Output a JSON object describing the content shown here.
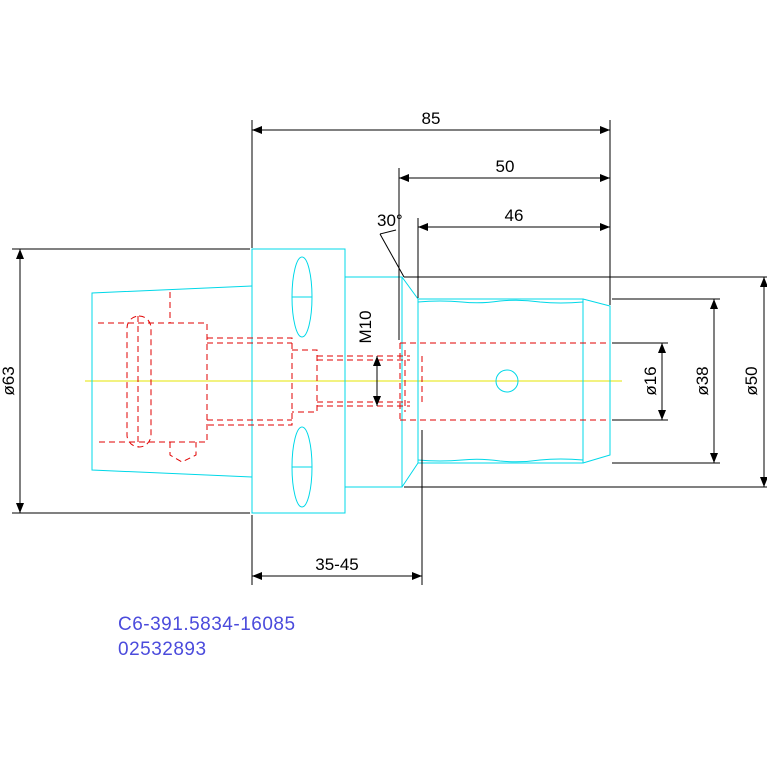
{
  "dimensions": {
    "overall_length": "85",
    "length_50": "50",
    "length_46": "46",
    "chamfer_angle": "30°",
    "gauge_range": "35-45",
    "thread": "M10",
    "dia_63": "ø63",
    "dia_16": "ø16",
    "dia_38": "ø38",
    "dia_50": "ø50"
  },
  "part": {
    "code": "C6-391.5834-16085",
    "number": "02532893"
  },
  "colors": {
    "outline": "#00d8e8",
    "hidden": "#e00000",
    "centerline": "#e6e600",
    "dimension": "#000000",
    "code_text": "#4b4bdc"
  }
}
